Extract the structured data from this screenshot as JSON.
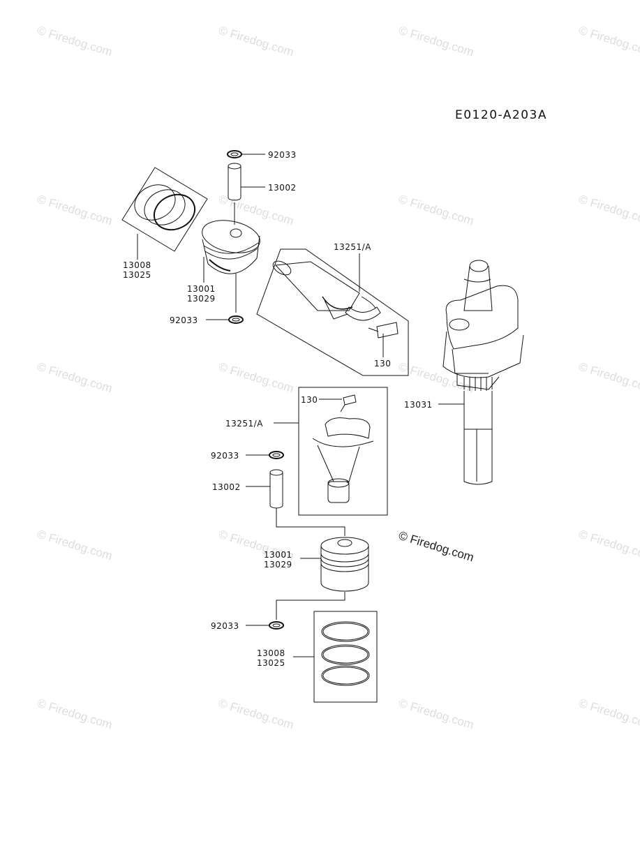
{
  "diagram": {
    "reference_code": "E0120-A203A",
    "watermark_text": "© Firedog.com",
    "parts": {
      "p92033_top": "92033",
      "p13002_top": "13002",
      "p13008_top": "13008",
      "p13025_top": "13025",
      "p13001_top": "13001",
      "p13029_top": "13029",
      "p92033_mid": "92033",
      "p13251A_top": "13251/A",
      "p130_top": "130",
      "p130_bot": "130",
      "p13251A_bot": "13251/A",
      "p13031": "13031",
      "p92033_bot1": "92033",
      "p13002_bot": "13002",
      "p13001_bot": "13001",
      "p13029_bot": "13029",
      "p92033_bot2": "92033",
      "p13008_bot": "13008",
      "p13025_bot": "13025"
    }
  }
}
